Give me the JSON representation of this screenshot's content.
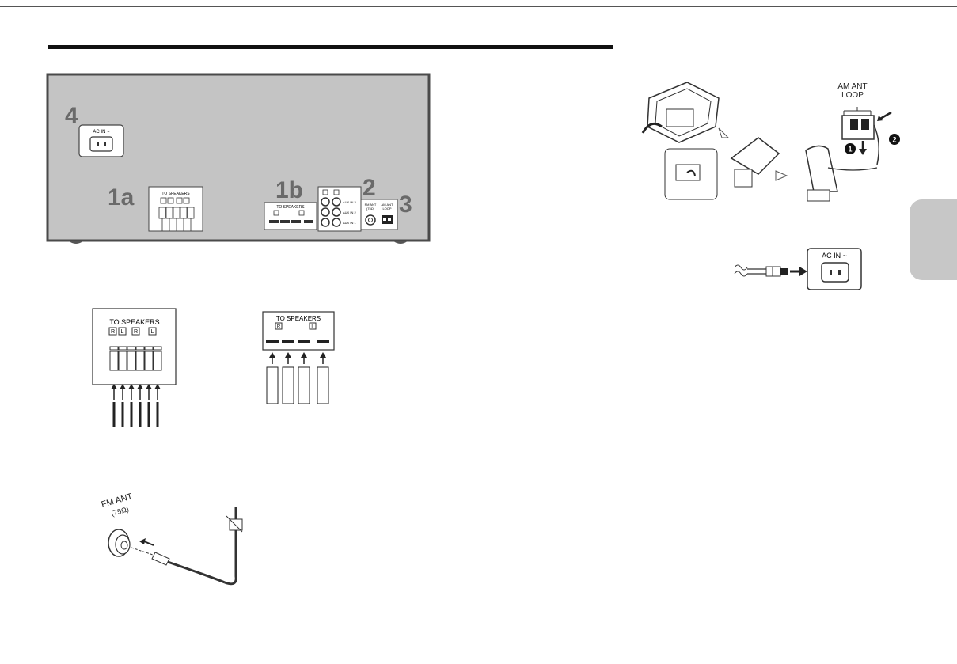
{
  "panel": {
    "callouts": {
      "c4": "4",
      "c1a": "1a",
      "c1b": "1b",
      "c2": "2",
      "c3": "3"
    },
    "ac_in": "AC IN ~",
    "to_speakers": "TO SPEAKERS",
    "r": "R",
    "l": "L",
    "aux_in_1": "AUX IN 1",
    "aux_in_2": "AUX IN 2",
    "aux_in_3": "AUX IN 3",
    "fm_ant": "FM ANT",
    "fm_ohm": "(75Ω)",
    "am_ant": "AM ANT",
    "loop": "LOOP"
  },
  "speaker_a": {
    "title": "TO SPEAKERS",
    "labels": [
      "R",
      "L",
      "R",
      "L"
    ]
  },
  "speaker_b": {
    "title": "TO SPEAKERS",
    "labels": [
      "R",
      "L"
    ]
  },
  "fm_diagram": {
    "label_1": "FM ANT",
    "label_2": "(75Ω)"
  },
  "am_diagram": {
    "label_1": "AM ANT",
    "label_2": "LOOP",
    "step_1": "1",
    "step_2": "2"
  },
  "ac_diagram": {
    "label": "AC IN ~"
  },
  "colors": {
    "panel_bg": "#c4c4c4",
    "panel_border": "#4a4a4a",
    "callout": "#6a6a6a",
    "tab": "#c7c7c7"
  }
}
